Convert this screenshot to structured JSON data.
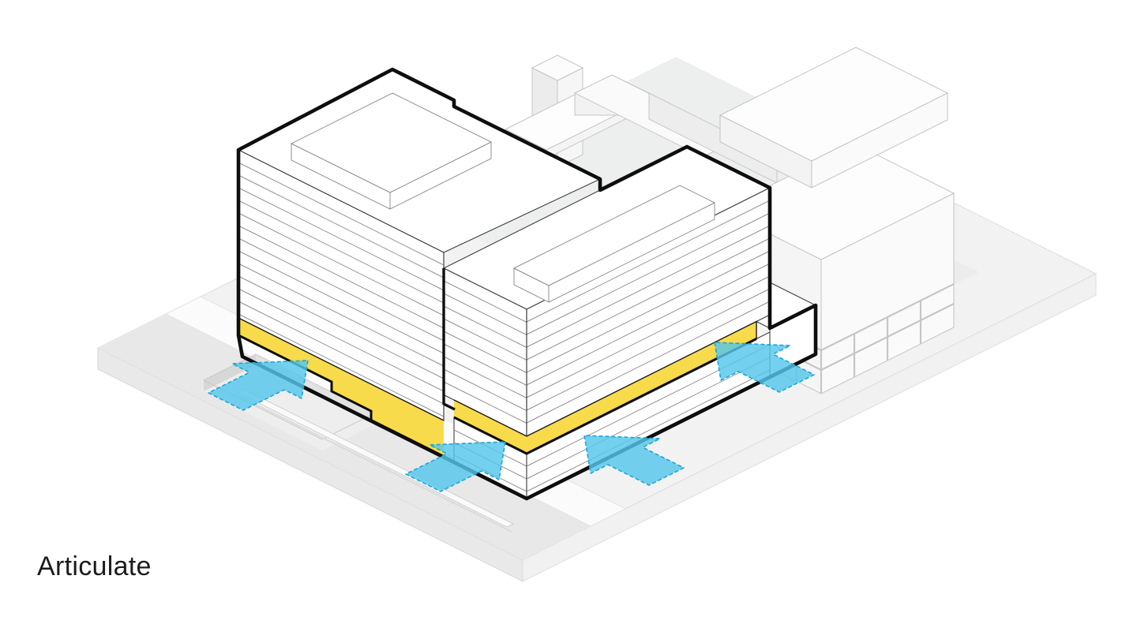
{
  "caption": {
    "text": "Articulate"
  },
  "colors": {
    "highlight_yellow": "#F7DB4B",
    "arrow_blue": "#55C6EB",
    "arrow_blue_edge": "#1EA7D4",
    "outline_black": "#0E0E0E"
  },
  "diagram": {
    "type": "axonometric architecture massing diagram",
    "buildings": [
      "tower-west",
      "tower-east",
      "podium-terrace",
      "context-building-east",
      "context-chimney",
      "context-gabled-hall"
    ],
    "arrows": {
      "count": 4,
      "style": "dashed-outline ground arrows",
      "directions": [
        "north-east",
        "north-east",
        "north-west",
        "north-west"
      ]
    }
  }
}
